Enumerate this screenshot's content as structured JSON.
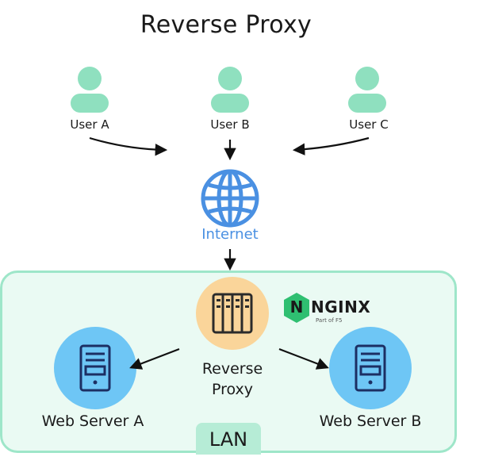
{
  "title": "Reverse Proxy",
  "users": [
    {
      "label": "User A"
    },
    {
      "label": "User B"
    },
    {
      "label": "User C"
    }
  ],
  "internet": {
    "label": "Internet",
    "icon": "globe-icon"
  },
  "proxy": {
    "label_line1": "Reverse",
    "label_line2": "Proxy",
    "icon": "server-rack-icon"
  },
  "nginx": {
    "letter": "N",
    "word": "NGINX",
    "sub": "Part of F5"
  },
  "servers": [
    {
      "label": "Web Server A",
      "icon": "server-tower-icon"
    },
    {
      "label": "Web Server B",
      "icon": "server-tower-icon"
    }
  ],
  "lan": {
    "label": "LAN"
  },
  "colors": {
    "user": "#8fe0bf",
    "globe": "#4a90e2",
    "proxy_bg": "#fad59a",
    "server_bg": "#6ec6f5",
    "lan_bg": "#eafaf3",
    "lan_border": "#9ee6c9",
    "nginx_green": "#2fbf71"
  }
}
